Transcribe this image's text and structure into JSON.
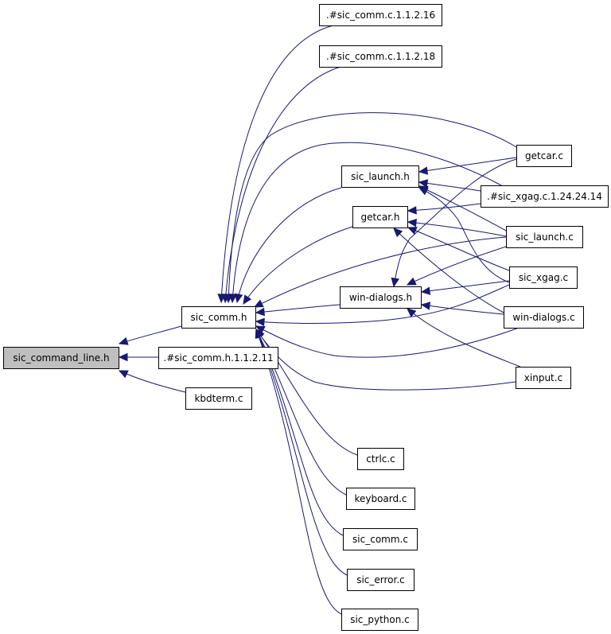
{
  "diagram": {
    "title": "Include dependency graph for sic_command_line.h",
    "root": "sic_command_line.h",
    "edge_color": "#191970",
    "root_fill": "#bfbfbf",
    "nodes": [
      {
        "id": "sic_command_line_h",
        "label": "sic_command_line.h",
        "root": true
      },
      {
        "id": "sic_comm_h",
        "label": "sic_comm.h"
      },
      {
        "id": "sic_comm_h_1_1_2_11",
        "label": ".#sic_comm.h.1.1.2.11"
      },
      {
        "id": "kbdterm_c",
        "label": "kbdterm.c"
      },
      {
        "id": "sic_comm_c_1_1_2_16",
        "label": ".#sic_comm.c.1.1.2.16"
      },
      {
        "id": "sic_comm_c_1_1_2_18",
        "label": ".#sic_comm.c.1.1.2.18"
      },
      {
        "id": "sic_launch_h",
        "label": "sic_launch.h"
      },
      {
        "id": "getcar_h",
        "label": "getcar.h"
      },
      {
        "id": "win_dialogs_h",
        "label": "win-dialogs.h"
      },
      {
        "id": "getcar_c",
        "label": "getcar.c"
      },
      {
        "id": "sic_xgag_c_1_24_24_14",
        "label": ".#sic_xgag.c.1.24.24.14"
      },
      {
        "id": "sic_launch_c",
        "label": "sic_launch.c"
      },
      {
        "id": "sic_xgag_c",
        "label": "sic_xgag.c"
      },
      {
        "id": "win_dialogs_c",
        "label": "win-dialogs.c"
      },
      {
        "id": "xinput_c",
        "label": "xinput.c"
      },
      {
        "id": "ctrlc_c",
        "label": "ctrlc.c"
      },
      {
        "id": "keyboard_c",
        "label": "keyboard.c"
      },
      {
        "id": "sic_comm_c",
        "label": "sic_comm.c"
      },
      {
        "id": "sic_error_c",
        "label": "sic_error.c"
      },
      {
        "id": "sic_python_c",
        "label": "sic_python.c"
      }
    ],
    "edges": [
      {
        "from": "sic_comm_h",
        "to": "sic_command_line_h"
      },
      {
        "from": "sic_comm_h_1_1_2_11",
        "to": "sic_command_line_h"
      },
      {
        "from": "kbdterm_c",
        "to": "sic_command_line_h"
      },
      {
        "from": "sic_comm_c_1_1_2_16",
        "to": "sic_comm_h"
      },
      {
        "from": "sic_comm_c_1_1_2_18",
        "to": "sic_comm_h"
      },
      {
        "from": "getcar_c",
        "to": "sic_comm_h"
      },
      {
        "from": "sic_xgag_c_1_24_24_14",
        "to": "sic_comm_h"
      },
      {
        "from": "sic_launch_h",
        "to": "sic_comm_h"
      },
      {
        "from": "getcar_h",
        "to": "sic_comm_h"
      },
      {
        "from": "sic_launch_c",
        "to": "sic_comm_h"
      },
      {
        "from": "win_dialogs_h",
        "to": "sic_comm_h"
      },
      {
        "from": "sic_xgag_c",
        "to": "sic_comm_h"
      },
      {
        "from": "win_dialogs_c",
        "to": "sic_comm_h"
      },
      {
        "from": "xinput_c",
        "to": "sic_comm_h"
      },
      {
        "from": "ctrlc_c",
        "to": "sic_comm_h"
      },
      {
        "from": "keyboard_c",
        "to": "sic_comm_h"
      },
      {
        "from": "sic_comm_c",
        "to": "sic_comm_h"
      },
      {
        "from": "sic_error_c",
        "to": "sic_comm_h"
      },
      {
        "from": "sic_python_c",
        "to": "sic_comm_h"
      },
      {
        "from": "getcar_c",
        "to": "sic_launch_h"
      },
      {
        "from": "sic_xgag_c_1_24_24_14",
        "to": "sic_launch_h"
      },
      {
        "from": "sic_launch_c",
        "to": "sic_launch_h"
      },
      {
        "from": "sic_xgag_c",
        "to": "sic_launch_h"
      },
      {
        "from": "sic_xgag_c_1_24_24_14",
        "to": "getcar_h"
      },
      {
        "from": "sic_launch_c",
        "to": "getcar_h"
      },
      {
        "from": "sic_xgag_c",
        "to": "getcar_h"
      },
      {
        "from": "win_dialogs_c",
        "to": "getcar_h"
      },
      {
        "from": "getcar_c",
        "to": "win_dialogs_h"
      },
      {
        "from": "sic_launch_c",
        "to": "win_dialogs_h"
      },
      {
        "from": "sic_xgag_c",
        "to": "win_dialogs_h"
      },
      {
        "from": "win_dialogs_c",
        "to": "win_dialogs_h"
      },
      {
        "from": "xinput_c",
        "to": "win_dialogs_h"
      }
    ]
  }
}
